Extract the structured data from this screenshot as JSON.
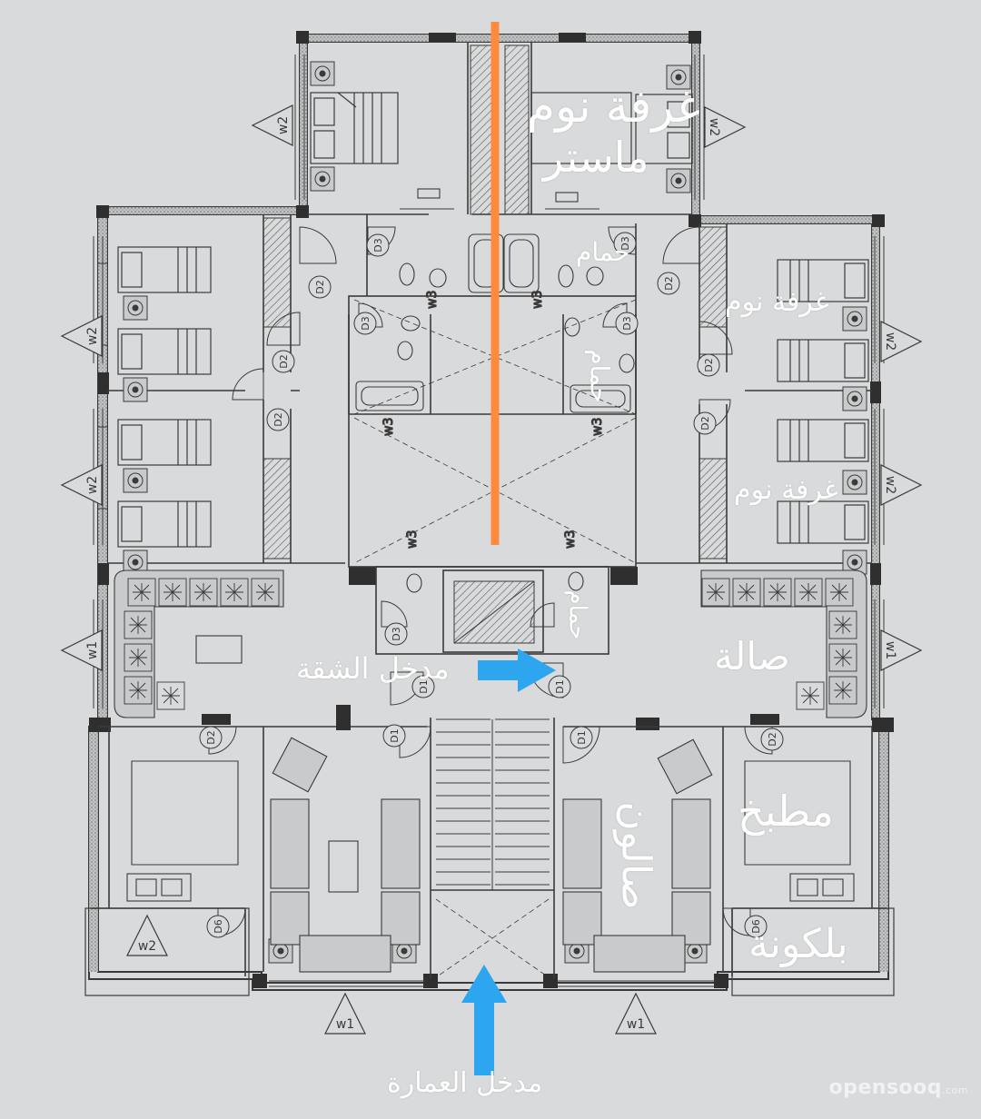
{
  "labels": {
    "master_bedroom_line1": "غرفة نوم",
    "master_bedroom_line2": "ماستر",
    "bathroom_top": "حمام",
    "bedroom_1": "غرفة نوم",
    "bathroom_rotated": "حمام",
    "bedroom_2": "غرفة نوم",
    "bathroom_small": "حمام",
    "hall": "صالة",
    "apartment_entrance": "مدخل الشقة",
    "kitchen": "مطبخ",
    "salon": "صالون",
    "balcony": "بلكونة",
    "building_entrance": "مدخل العمارة"
  },
  "window_tags": {
    "w1": "w1",
    "w2": "w2",
    "w3": "w3"
  },
  "door_tags": {
    "d1": "D1",
    "d2": "D2",
    "d3": "D3",
    "d6": "D6"
  },
  "watermark": {
    "brand": "opensooq",
    "suffix": ".com"
  },
  "colors": {
    "axis_line": "#ff8a3d",
    "arrow": "#2ea6ef",
    "label": "#ffffff",
    "ink": "#3a3a3a",
    "paper": "#d9dadb"
  }
}
